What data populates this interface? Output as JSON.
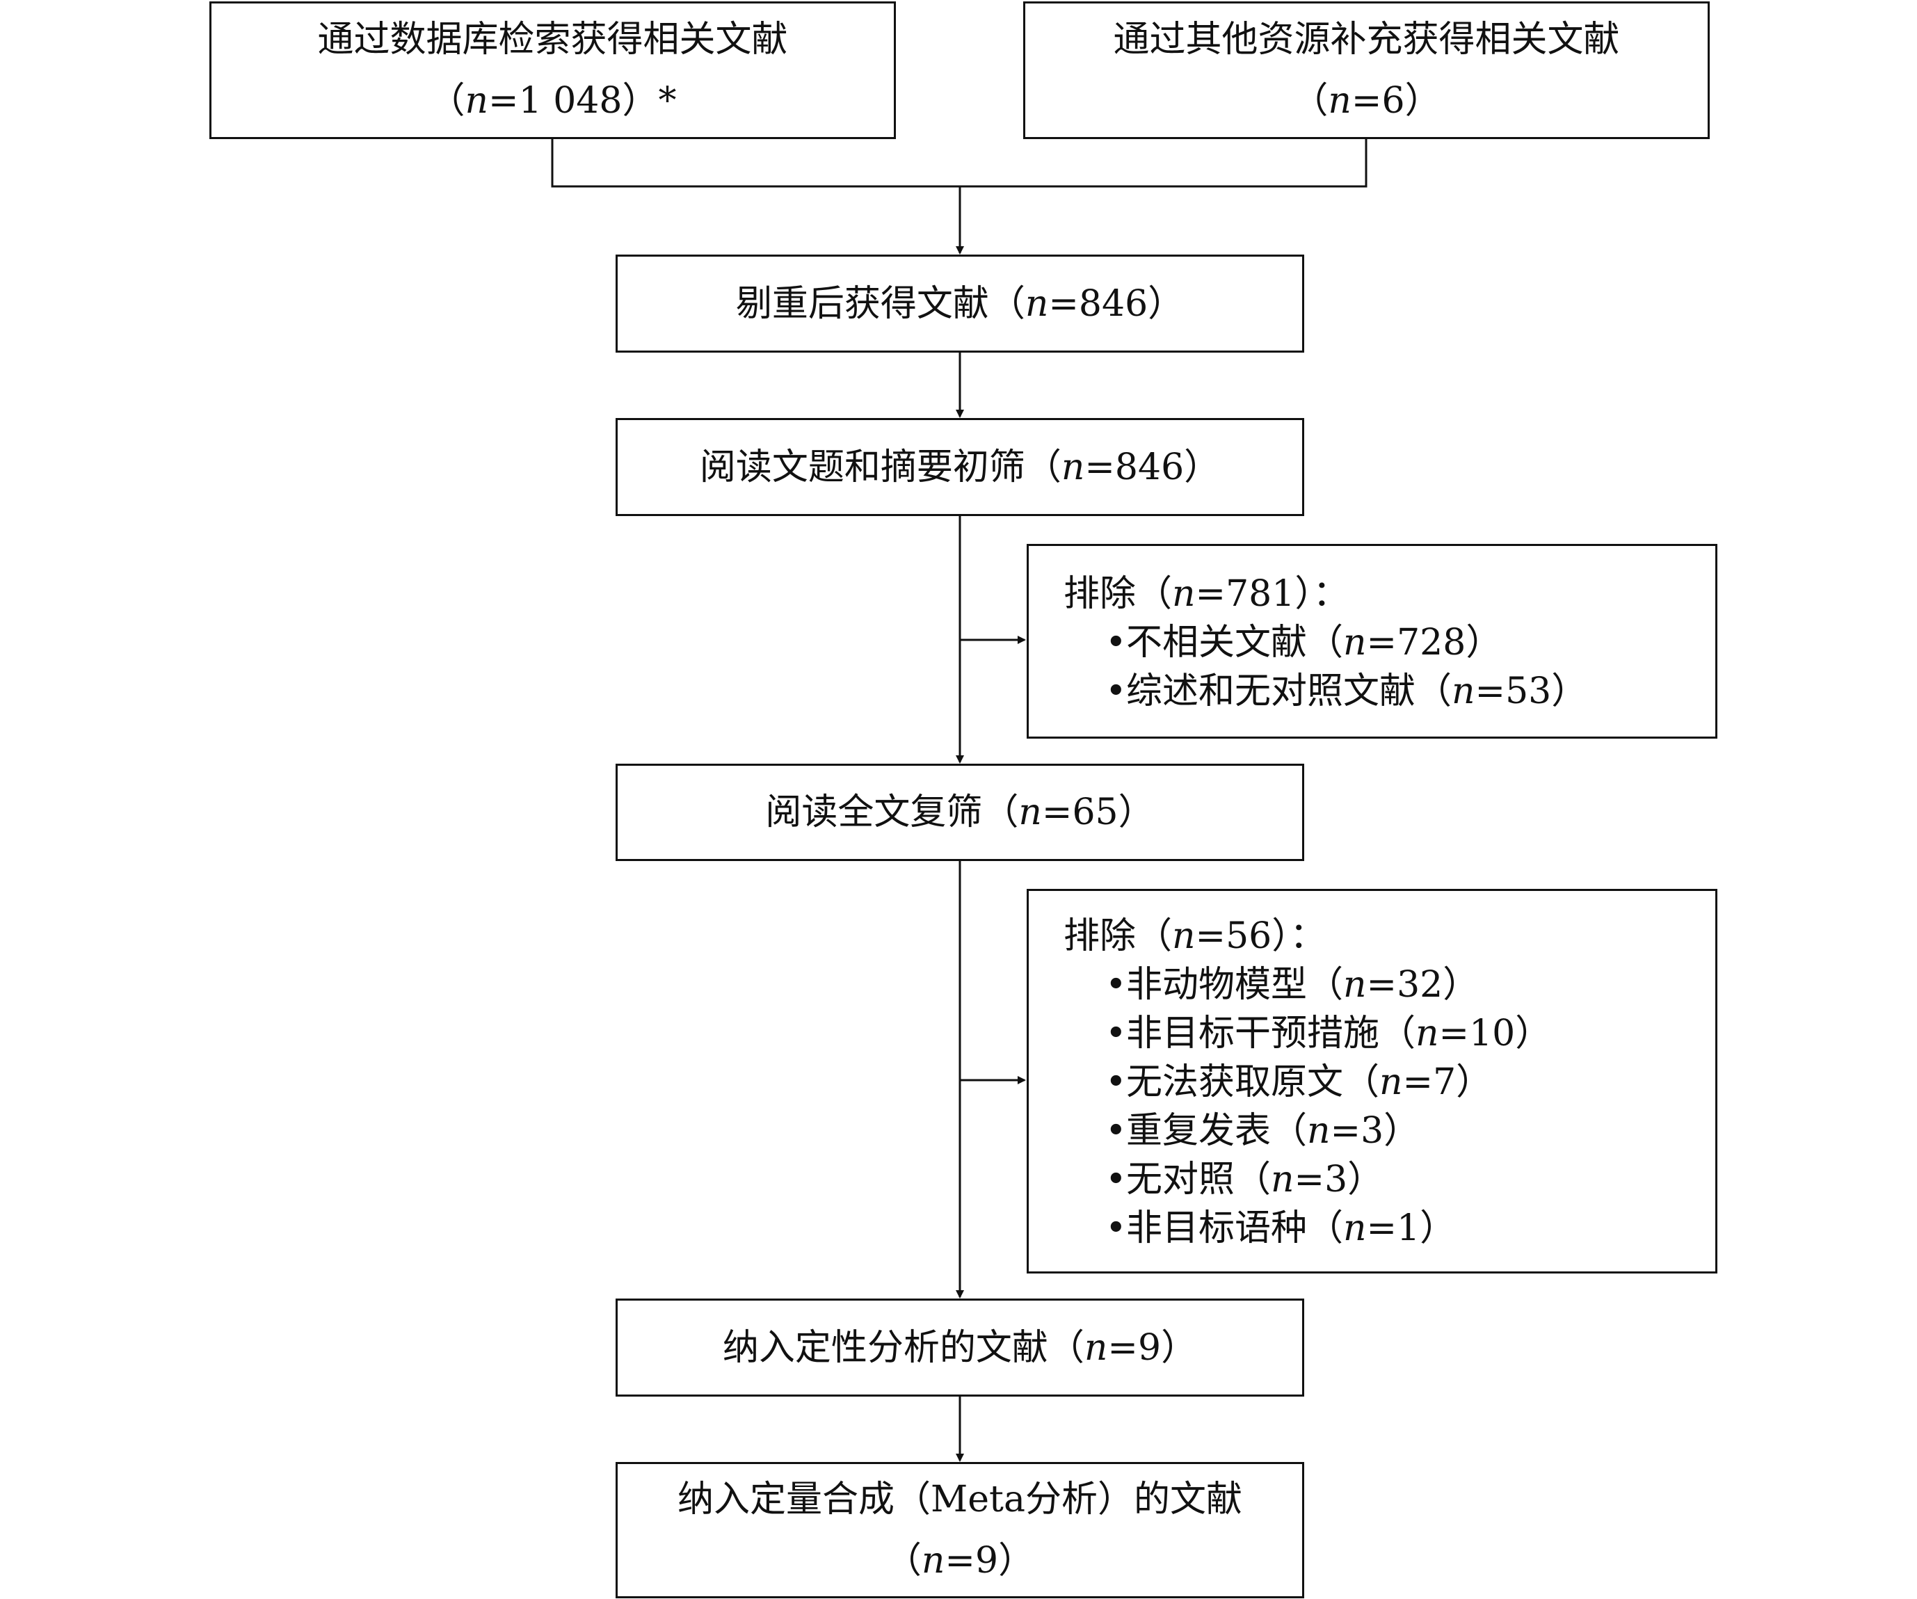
{
  "top_left": {
    "line1": "通过数据库检索获得相关文献",
    "open": "（",
    "n": "n",
    "value": "=1 048",
    "close": "）*"
  },
  "top_right": {
    "line1": "通过其他资源补充获得相关文献",
    "open": "（",
    "n": "n",
    "value": "=6",
    "close": "）"
  },
  "dedup": {
    "label": "剔重后获得文献（",
    "n": "n",
    "value": "=846",
    "close": "）"
  },
  "screen1": {
    "label": "阅读文题和摘要初筛（",
    "n": "n",
    "value": "=846",
    "close": "）"
  },
  "exclude1": {
    "header": {
      "label": "排除（",
      "n": "n",
      "value": "=781",
      "close": "）："
    },
    "bullet": "•",
    "items": [
      {
        "label": "不相关文献（",
        "n": "n",
        "value": "=728",
        "close": "）"
      },
      {
        "label": "综述和无对照文献（",
        "n": "n",
        "value": "=53",
        "close": "）"
      }
    ]
  },
  "screen2": {
    "label": "阅读全文复筛（",
    "n": "n",
    "value": "=65",
    "close": "）"
  },
  "exclude2": {
    "header": {
      "label": "排除（",
      "n": "n",
      "value": "=56",
      "close": "）："
    },
    "bullet": "•",
    "items": [
      {
        "label": "非动物模型（",
        "n": "n",
        "value": "=32",
        "close": "）"
      },
      {
        "label": "非目标干预措施（",
        "n": "n",
        "value": "=10",
        "close": "）"
      },
      {
        "label": "无法获取原文（",
        "n": "n",
        "value": "=7",
        "close": "）"
      },
      {
        "label": "重复发表（",
        "n": "n",
        "value": "=3",
        "close": "）"
      },
      {
        "label": "无对照（",
        "n": "n",
        "value": "=3",
        "close": "）"
      },
      {
        "label": "非目标语种（",
        "n": "n",
        "value": "=1",
        "close": "）"
      }
    ]
  },
  "qualitative": {
    "label": "纳入定性分析的文献（",
    "n": "n",
    "value": "=9",
    "close": "）"
  },
  "quantitative": {
    "line1": "纳入定量合成（Meta分析）的文献",
    "open": "（",
    "n": "n",
    "value": "=9",
    "close": "）"
  }
}
